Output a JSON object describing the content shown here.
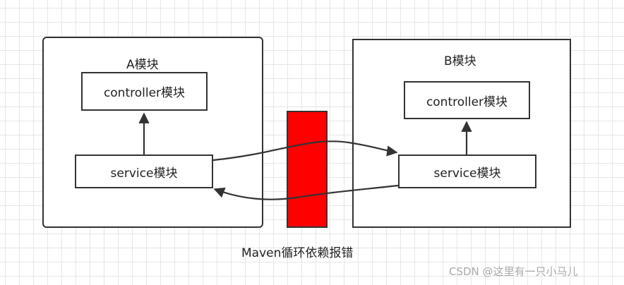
{
  "module_a": {
    "title": "A模块",
    "controller_label": "controller模块",
    "service_label": "service模块"
  },
  "module_b": {
    "title": "B模块",
    "controller_label": "controller模块",
    "service_label": "service模块"
  },
  "barrier": {
    "color": "#ff0000"
  },
  "caption": "Maven循环依赖报错",
  "watermark": "CSDN @这里有一只小马儿"
}
